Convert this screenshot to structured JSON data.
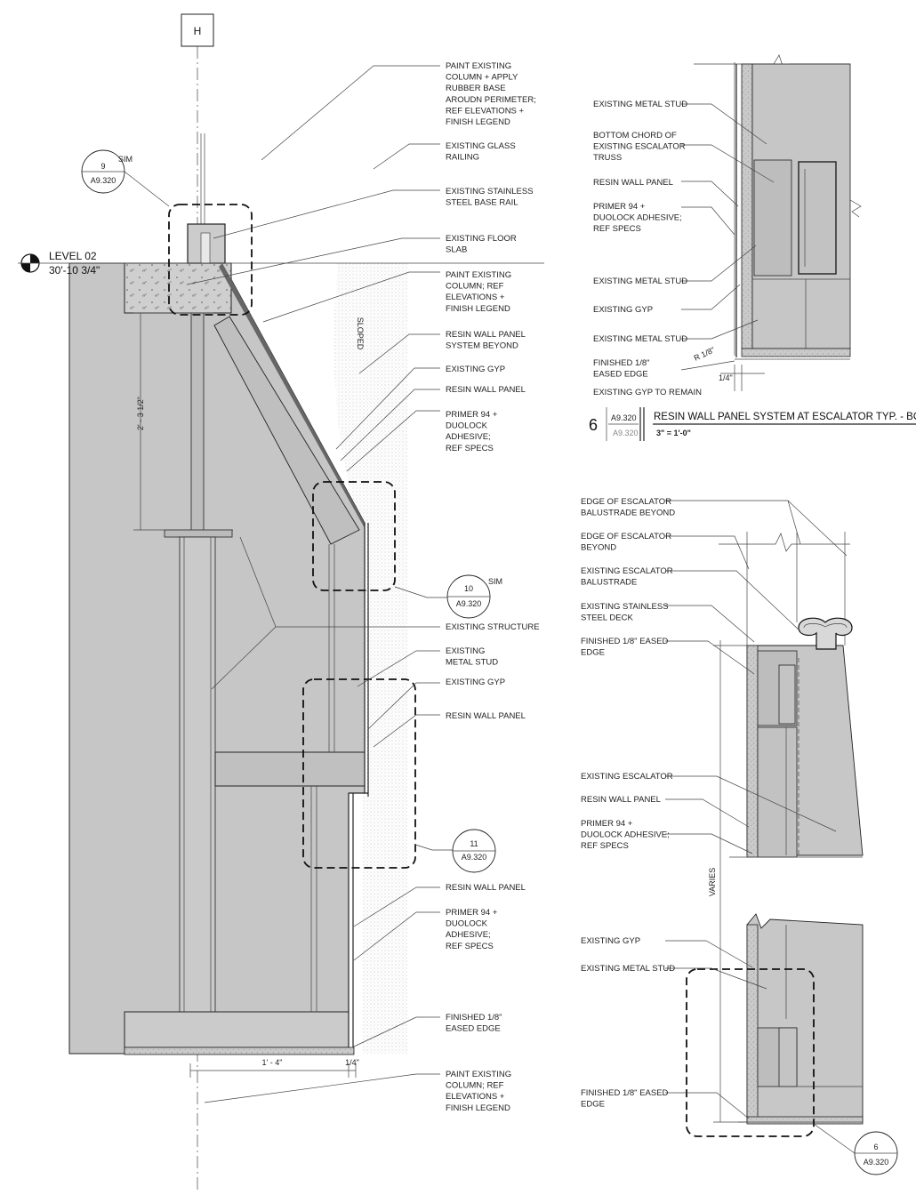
{
  "grid": {
    "tag": "H"
  },
  "level": {
    "name": "LEVEL 02",
    "elevation": "30'-10 3/4\""
  },
  "left_notes": [
    [
      "PAINT EXISTING",
      "COLUMN + APPLY",
      "RUBBER BASE",
      "AROUDN PERIMETER;",
      "REF ELEVATIONS +",
      "FINISH LEGEND"
    ],
    [
      "EXISTING GLASS",
      "RAILING"
    ],
    [
      "EXISTING STAINLESS",
      "STEEL BASE RAIL"
    ],
    [
      "EXISTING FLOOR",
      "SLAB"
    ],
    [
      "PAINT EXISTING",
      "COLUMN; REF",
      "ELEVATIONS +",
      "FINISH LEGEND"
    ],
    [
      "RESIN WALL PANEL",
      "SYSTEM BEYOND"
    ],
    [
      "EXISTING GYP"
    ],
    [
      "RESIN WALL PANEL"
    ],
    [
      "PRIMER 94 +",
      "DUOLOCK",
      "ADHESIVE;",
      "REF SPECS"
    ],
    [
      "EXISTING STRUCTURE"
    ],
    [
      "EXISTING",
      "METAL STUD"
    ],
    [
      "EXISTING GYP"
    ],
    [
      "RESIN WALL PANEL"
    ],
    [
      "RESIN WALL PANEL"
    ],
    [
      "PRIMER 94 +",
      "DUOLOCK",
      "ADHESIVE;",
      "REF SPECS"
    ],
    [
      "FINISHED 1/8\"",
      "EASED EDGE"
    ],
    [
      "PAINT EXISTING",
      "COLUMN; REF",
      "ELEVATIONS +",
      "FINISH LEGEND"
    ]
  ],
  "left_dims": {
    "vertical": "2' - 3 1/2\"",
    "horiz_a": "1' - 4\"",
    "horiz_b": "1/4\"",
    "sloped": "SLOPED"
  },
  "callouts": [
    {
      "num": "9",
      "sheet": "A9.320",
      "tag": "SIM"
    },
    {
      "num": "10",
      "sheet": "A9.320",
      "tag": "SIM"
    },
    {
      "num": "11",
      "sheet": "A9.320",
      "tag": ""
    },
    {
      "num": "6",
      "sheet": "A9.320",
      "tag": ""
    }
  ],
  "detail6": {
    "notes": [
      [
        "EXISTING METAL STUD"
      ],
      [
        "BOTTOM CHORD OF",
        "EXISTING ESCALATOR",
        "TRUSS"
      ],
      [
        "RESIN WALL PANEL"
      ],
      [
        "PRIMER 94 +",
        "DUOLOCK ADHESIVE;",
        "REF SPECS"
      ],
      [
        "EXISTING METAL STUD"
      ],
      [
        "EXISTING GYP"
      ],
      [
        "EXISTING METAL STUD"
      ],
      [
        "FINISHED 1/8\"",
        "EASED EDGE"
      ],
      [
        "EXISTING GYP TO REMAIN"
      ]
    ],
    "radius": "R 1/8\"",
    "dim": "1/4\"",
    "title_num": "6",
    "title_sheet": "A9.320",
    "title_sheet_ref": "A9.320",
    "title": "RESIN WALL PANEL SYSTEM AT ESCALATOR TYP. - BOT",
    "scale": "3\" = 1'-0\""
  },
  "detail_lower": {
    "notes": [
      [
        "EDGE OF ESCALATOR",
        "BALUSTRADE BEYOND"
      ],
      [
        "EDGE OF ESCALATOR",
        "BEYOND"
      ],
      [
        "EXISTING ESCALATOR",
        "BALUSTRADE"
      ],
      [
        "EXISTING STAINLESS",
        "STEEL DECK"
      ],
      [
        "FINISHED 1/8\" EASED",
        "EDGE"
      ],
      [
        "EXISTING ESCALATOR"
      ],
      [
        "RESIN WALL PANEL"
      ],
      [
        "PRIMER 94 +",
        "DUOLOCK ADHESIVE;",
        "REF SPECS"
      ],
      [
        "EXISTING GYP"
      ],
      [
        "EXISTING METAL STUD"
      ],
      [
        "FINISHED 1/8\" EASED",
        "EDGE"
      ]
    ],
    "varies": "VARIES"
  }
}
